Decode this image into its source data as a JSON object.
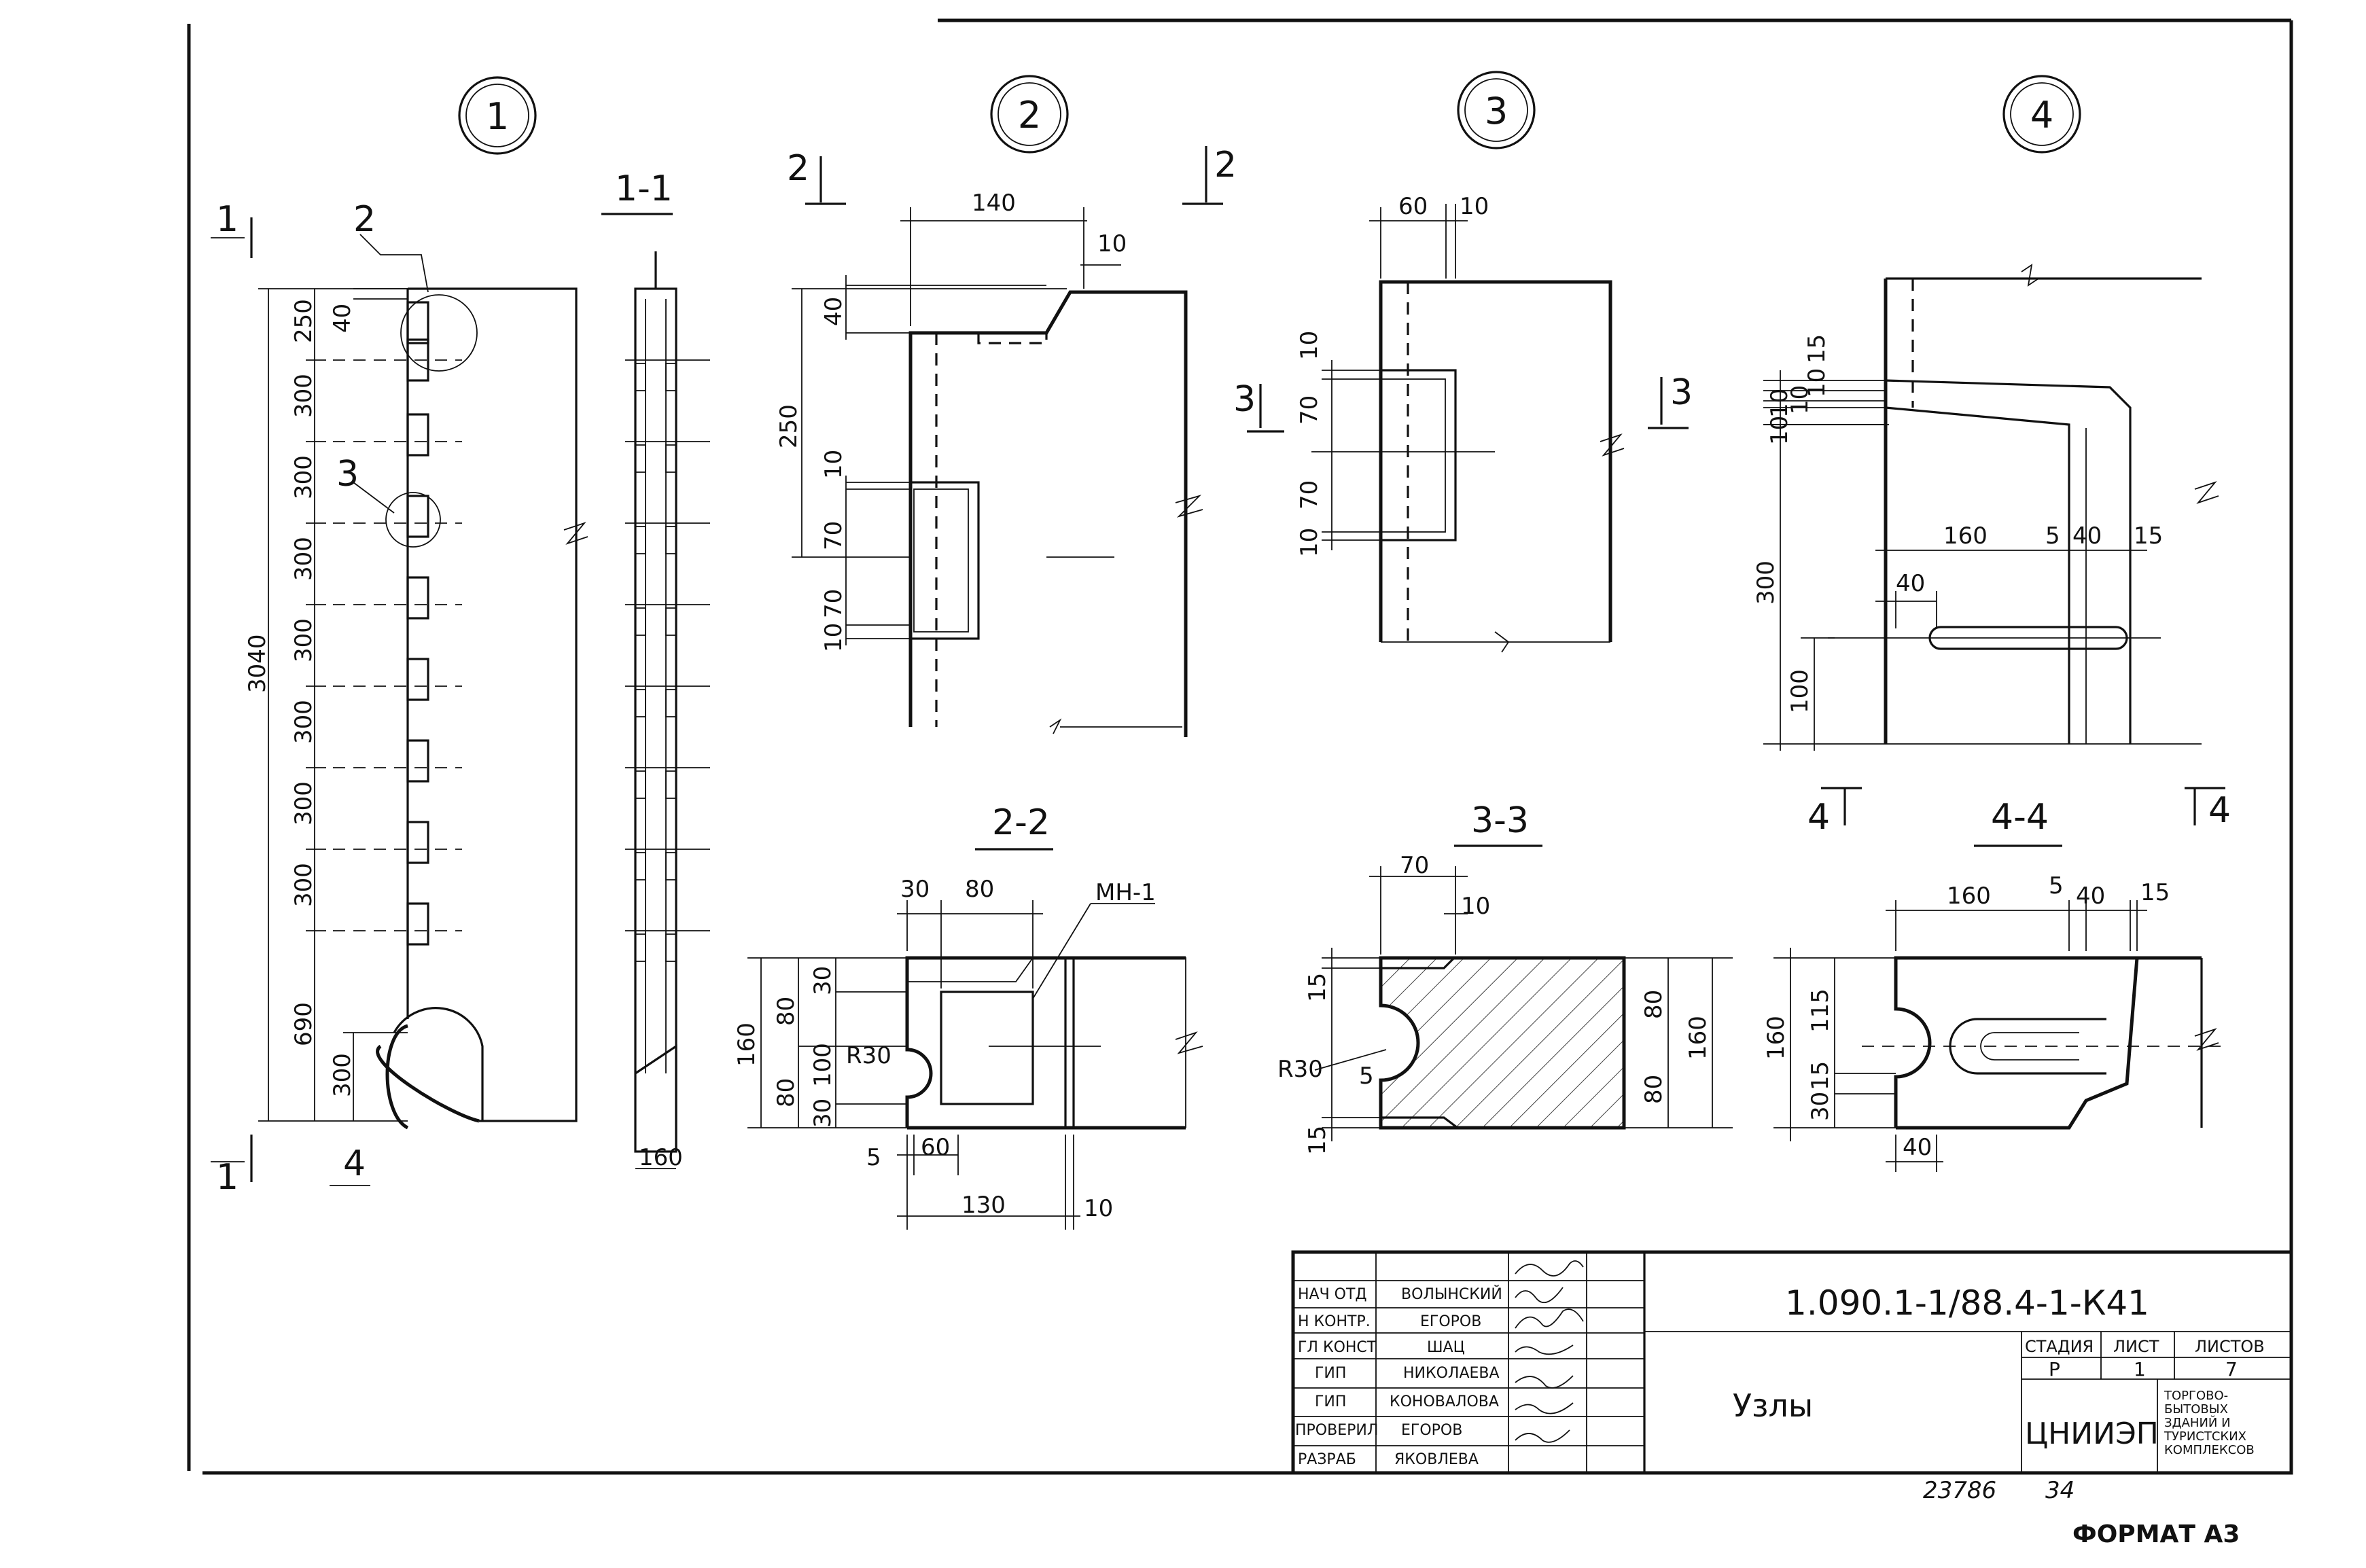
{
  "callouts": {
    "n1": "1",
    "n2": "2",
    "n3": "3",
    "n4": "4"
  },
  "sections": {
    "s11": "1-1",
    "s22": "2-2",
    "s33": "3-3",
    "s44": "4-4"
  },
  "markers": {
    "m1a": "1",
    "m1b": "1",
    "m2a": "2",
    "m2b": "2",
    "m3a": "3",
    "m3b": "3",
    "m4a": "4",
    "m4b": "4"
  },
  "node1": {
    "leader2": "2",
    "leader3": "3",
    "bottom": "4",
    "dims": [
      "250",
      "40",
      "300",
      "300",
      "300",
      "300",
      "300",
      "300",
      "300",
      "690",
      "300",
      "3040"
    ],
    "width": "160"
  },
  "node2": {
    "dims": [
      "140",
      "10",
      "40",
      "250",
      "10",
      "70",
      "70",
      "10"
    ],
    "sec": [
      "30",
      "80",
      "МН-1",
      "30",
      "80",
      "160",
      "R30",
      "100",
      "80",
      "30",
      "5",
      "60",
      "130",
      "10"
    ]
  },
  "node3": {
    "dims": [
      "60",
      "10",
      "10",
      "70",
      "70",
      "10"
    ],
    "sec": [
      "70",
      "10",
      "15",
      "80",
      "160",
      "R30",
      "5",
      "80",
      "15"
    ]
  },
  "node4": {
    "dims": [
      "15",
      "10",
      "10",
      "10",
      "10",
      "160",
      "5",
      "40",
      "15",
      "40",
      "300",
      "100"
    ],
    "sec": [
      "160",
      "5",
      "40",
      "15",
      "160",
      "115",
      "15",
      "30",
      "40"
    ]
  },
  "title_block": {
    "rows": [
      {
        "role": "НАЧ ОТД",
        "name": "ВОЛЫНСКИЙ"
      },
      {
        "role": "Н КОНТР.",
        "name": "ЕГОРОВ"
      },
      {
        "role": "ГЛ КОНСТ",
        "name": "ШАЦ"
      },
      {
        "role": "ГИП",
        "name": "НИКОЛАЕВА"
      },
      {
        "role": "ГИП",
        "name": "КОНОВАЛОВА"
      },
      {
        "role": "ПРОВЕРИЛ",
        "name": "ЕГОРОВ"
      },
      {
        "role": "РАЗРАБ",
        "name": "ЯКОВЛЕВА"
      }
    ],
    "code": "1.090.1-1/88.4-1-К41",
    "sheet_name": "Узлы",
    "stage_h": "СТАДИЯ",
    "sheet_h": "ЛИСТ",
    "sheets_h": "ЛИСТОВ",
    "stage": "Р",
    "sheet": "1",
    "sheets": "7",
    "org": "ЦНИИЭП",
    "org_desc": [
      "ТОРГОВО-",
      "БЫТОВЫХ",
      "ЗДАНИЙ И",
      "ТУРИСТСКИХ",
      "КОМПЛЕКСОВ"
    ]
  },
  "inventory": "23786",
  "inventory2": "34",
  "format": "ФОРМАТ А3"
}
